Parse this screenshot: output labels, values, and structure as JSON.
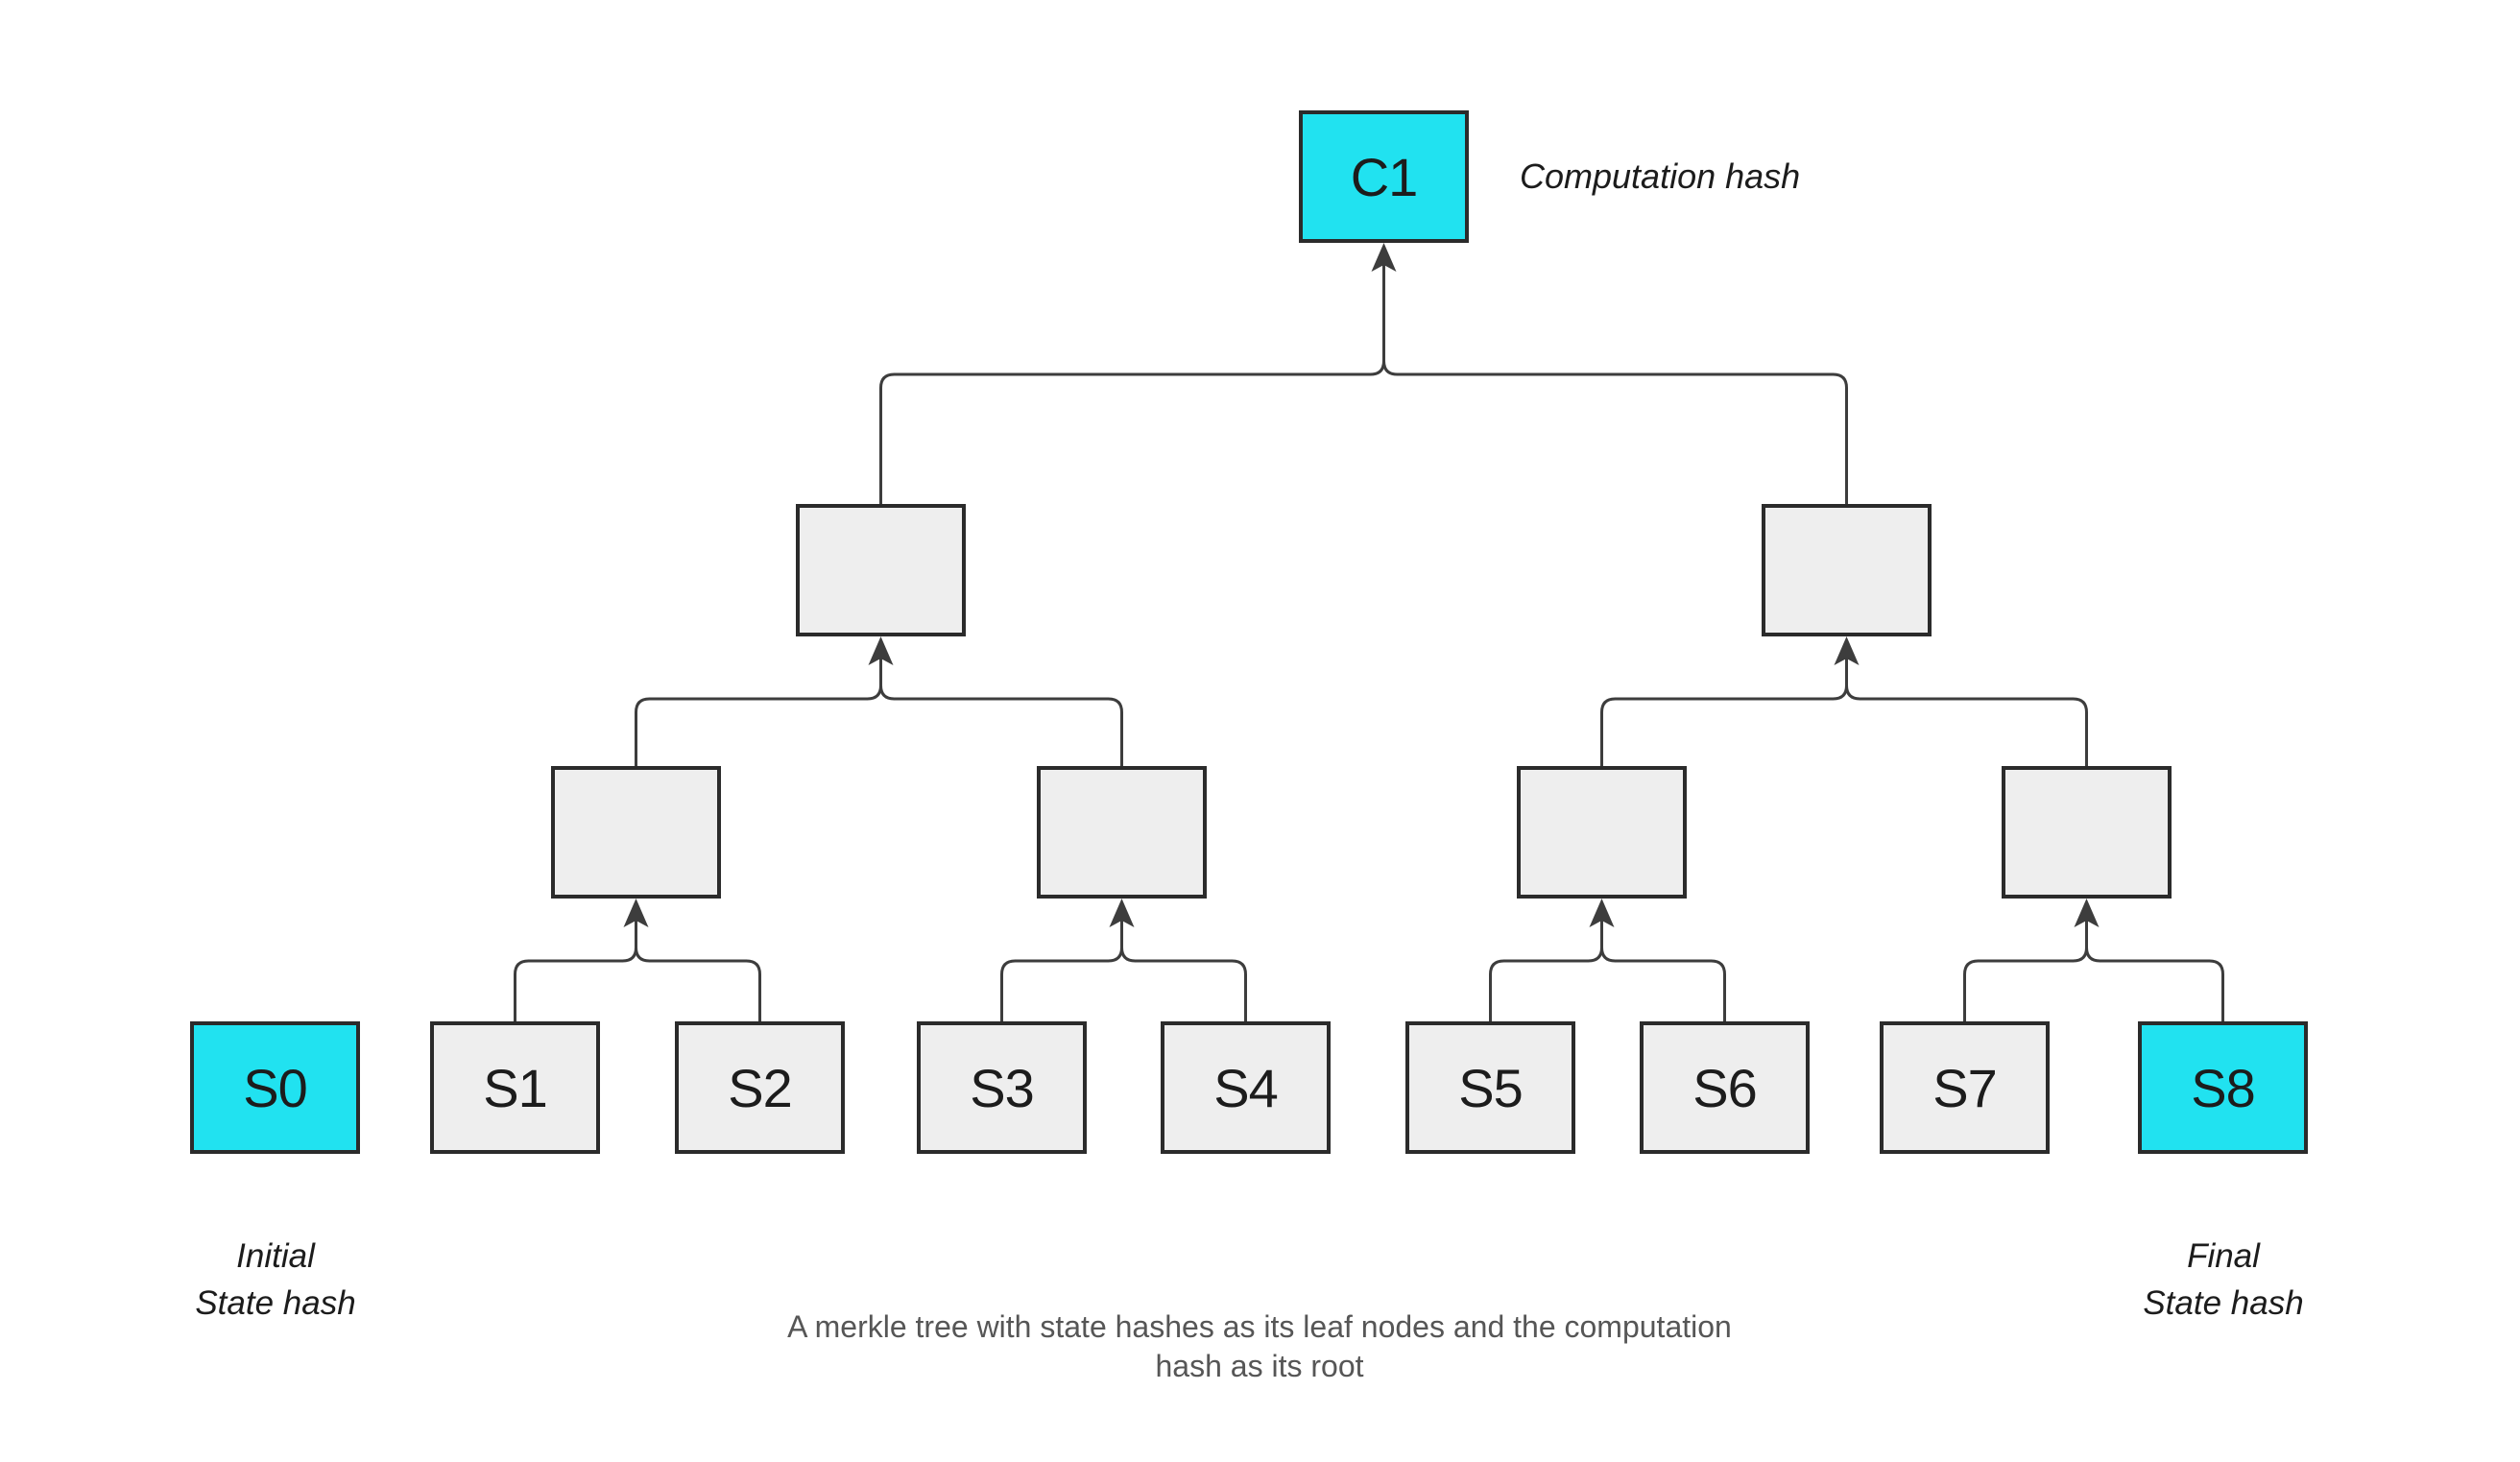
{
  "nodes": {
    "root": {
      "label": "C1"
    },
    "leaves": [
      "S0",
      "S1",
      "S2",
      "S3",
      "S4",
      "S5",
      "S6",
      "S7",
      "S8"
    ]
  },
  "annotations": {
    "computation_hash": "Computation hash",
    "initial": [
      "Initial",
      "State hash"
    ],
    "final": [
      "Final",
      "State hash"
    ]
  },
  "caption": [
    "A merkle tree with state hashes as its leaf nodes and the computation",
    "hash as its root"
  ],
  "colors": {
    "highlight_cyan": "#21e2f0",
    "node_fill": "#eeeeee",
    "node_border": "#2b2b2b",
    "connector": "#3d3d3d",
    "caption_text": "#565656",
    "label_text": "#1c1c1c"
  }
}
